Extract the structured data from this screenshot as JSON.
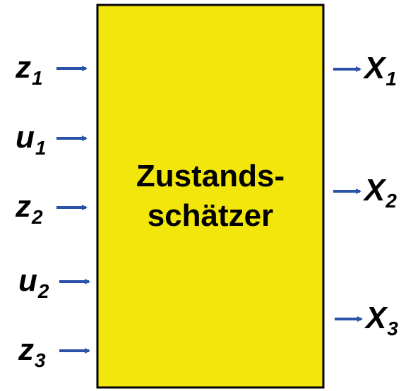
{
  "block": {
    "line1": "Zustands-",
    "line2": "schätzer",
    "fill_color": "#f2e60c",
    "border_color": "#000000"
  },
  "arrow_color": "#2a52a8",
  "inputs": [
    {
      "letter": "z",
      "sub": "1"
    },
    {
      "letter": "u",
      "sub": "1"
    },
    {
      "letter": "z",
      "sub": "2"
    },
    {
      "letter": "u",
      "sub": "2"
    },
    {
      "letter": "z",
      "sub": "3"
    }
  ],
  "outputs": [
    {
      "letter": "X",
      "sub": "1"
    },
    {
      "letter": "X",
      "sub": "2"
    },
    {
      "letter": "X",
      "sub": "3"
    }
  ]
}
